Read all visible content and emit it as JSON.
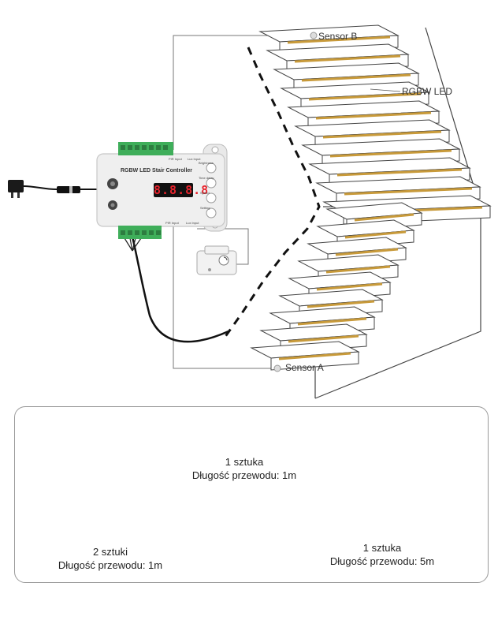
{
  "diagram": {
    "labels": {
      "sensor_b": "Sensor B",
      "sensor_a": "Sensor A",
      "rgbw_led": "RGBW LED"
    },
    "controller": {
      "title": "RGBW LED Stair Controller",
      "display": "8.8.8.8",
      "buttons": [
        {
          "label": "Brightness"
        },
        {
          "label": "Time delay"
        },
        {
          "label": "Speed"
        },
        {
          "label": "Setting"
        }
      ],
      "ports_top": [
        "PIR Input",
        "Lux Input"
      ],
      "ports_bottom": [
        "PIR Input",
        "Lux Input"
      ]
    },
    "colors": {
      "led_strip": "#c89a3a",
      "wire": "#111111",
      "stair_line": "#444444",
      "terminal_green": "#3fae5a"
    }
  },
  "accessories": [
    {
      "count": "1 sztuka",
      "length": "Długość przewodu: 1m"
    },
    {
      "count": "2 sztuki",
      "length": "Długość przewodu: 1m"
    },
    {
      "count": "1 sztuka",
      "length": "Długość przewodu: 5m"
    }
  ]
}
